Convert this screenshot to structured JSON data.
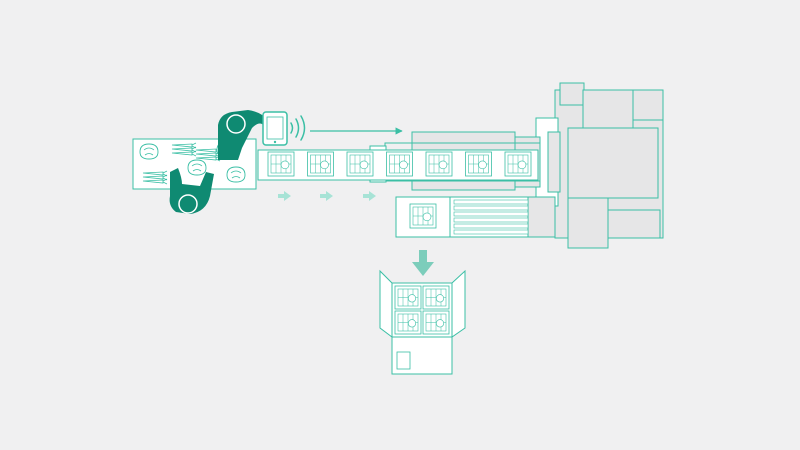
{
  "diagram": {
    "description_visible_text": "",
    "colors": {
      "background": "#f0f0f1",
      "line": "#3bbfa5",
      "worker": "#0f8a72",
      "machine_fill": "#e6e6e7",
      "white": "#ffffff",
      "arrow_light": "#a7e3d6",
      "arrow_down": "#7ccdbb"
    },
    "icons": {
      "worker": "person-top-view-icon",
      "tablet": "tablet-icon",
      "signal": "wireless-signal-icon",
      "crate": "produce-crate-icon",
      "cabbage": "cabbage-icon",
      "carrot": "carrot-icon",
      "box": "shipping-box-icon"
    },
    "flow": {
      "conveyor_crate_count": 7,
      "box_crate_count": 4,
      "lower_conveyor_rollers": 6
    }
  }
}
